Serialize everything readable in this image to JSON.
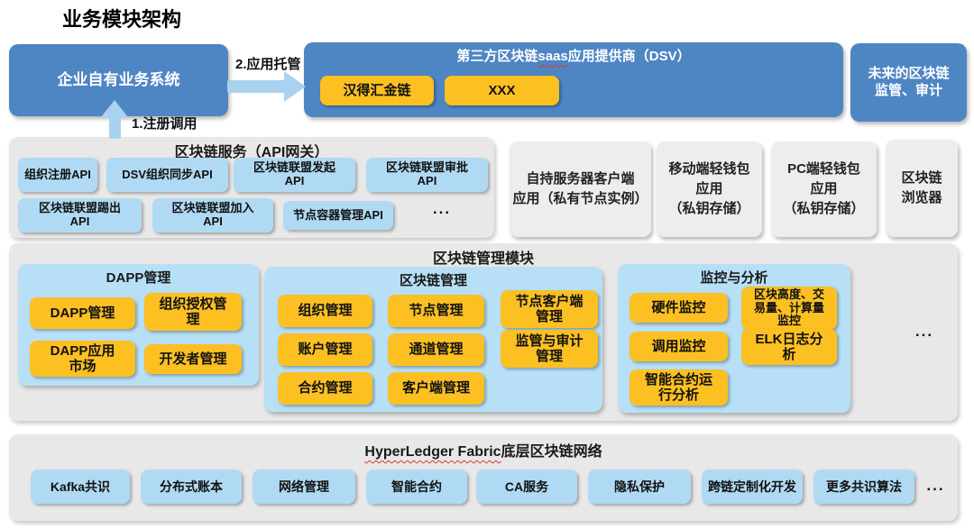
{
  "title": "业务模块架构",
  "colors": {
    "primary_blue": "#4e86c4",
    "arrow_blue": "#a9d2ef",
    "panel_blue": "#b7e0f6",
    "chip_blue": "#b0daf3",
    "chip_orange": "#fcc022",
    "panel_gray": "#e9e8e8",
    "spellcheck_red": "#d23b30"
  },
  "top_row": {
    "enterprise_system": "企业自有业务系统",
    "hosting_arrow_label": "2.应用托管",
    "register_arrow_label": "1.注册调用",
    "saas_provider": {
      "title_pre": "第三方区块链",
      "title_typo": "saas",
      "title_post": "应用提供商（DSV）",
      "chips": [
        "汉得汇金链",
        "XXX"
      ]
    },
    "future_box": "未来的区块链\n监管、审计"
  },
  "service_row": {
    "api_gateway": {
      "title": "区块链服务（API网关）",
      "chips": [
        "组织注册API",
        "DSV组织同步API",
        "区块链联盟发起\nAPI",
        "区块链联盟审批\nAPI",
        "区块链联盟踢出\nAPI",
        "区块链联盟加入\nAPI",
        "节点容器管理API"
      ],
      "more": "..."
    },
    "client_boxes": [
      "自持服务器客户端\n应用（私有节点实例）",
      "移动端轻钱包\n应用\n（私钥存储）",
      "PC端轻钱包\n应用\n（私钥存储）",
      "区块链\n浏览器"
    ]
  },
  "management_row": {
    "title": "区块链管理模块",
    "more": "...",
    "dapp_panel": {
      "title": "DAPP管理",
      "chips": [
        "DAPP管理",
        "组织授权管\n理",
        "DAPP应用\n市场",
        "开发者管理"
      ]
    },
    "chain_panel": {
      "title": "区块链管理",
      "chips": [
        "组织管理",
        "节点管理",
        "节点客户端\n管理",
        "账户管理",
        "通道管理",
        "监管与审计\n管理",
        "合约管理",
        "客户端管理"
      ]
    },
    "monitor_panel": {
      "title": "监控与分析",
      "chips": [
        "硬件监控",
        "区块高度、交\n易量、计算量\n监控",
        "调用监控",
        "ELK日志分\n析",
        "智能合约运\n行分析"
      ]
    }
  },
  "network_row": {
    "title_en": "HyperLedger Fabric",
    "title_zh": "底层区块链网络",
    "chips": [
      "Kafka共识",
      "分布式账本",
      "网络管理",
      "智能合约",
      "CA服务",
      "隐私保护",
      "跨链定制化开发",
      "更多共识算法"
    ],
    "more": "..."
  }
}
